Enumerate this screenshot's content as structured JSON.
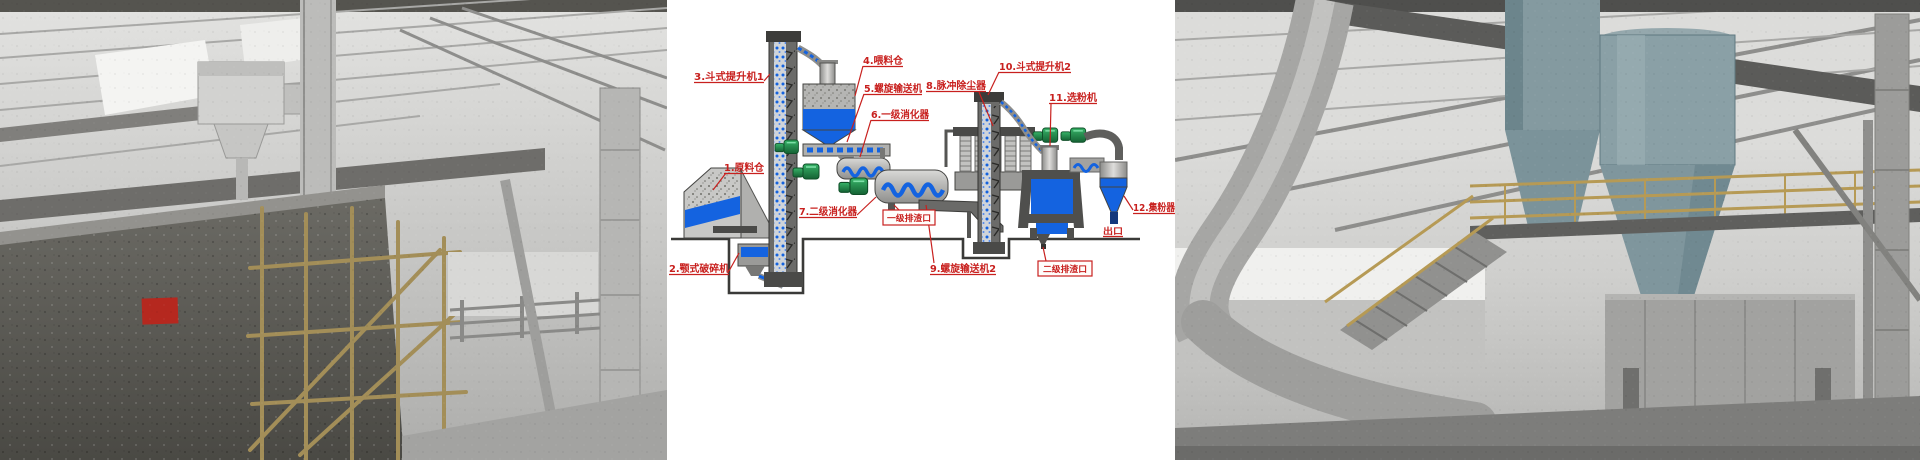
{
  "panels": {
    "left_photo": {
      "kind": "photograph",
      "colors": {
        "steel_gray": "#b2b2b0",
        "dark_bin": "#56554f",
        "scaffold_tan": "#a38e58",
        "red_sign": "#b5281f"
      }
    },
    "center_diagram": {
      "kind": "process-flow-diagram",
      "background": "#ffffff",
      "label_color": "#c8201e"
    },
    "right_photo": {
      "kind": "photograph",
      "colors": {
        "roof_steel": "#dcdcda",
        "cyclone_teal": "#859ba1",
        "railing_yellow": "#b69a55",
        "duct_gray": "#a6a6a4"
      }
    }
  },
  "diagram": {
    "colors": {
      "material_blue": "#1463e0",
      "motor_green": "#1e8a45",
      "steel_dark": "#4f4f4d",
      "steel_mid": "#8e8e8c",
      "ground": "#3a3a38"
    },
    "labels": [
      {
        "text": "1.原料仓"
      },
      {
        "text": "2.颚式破碎机"
      },
      {
        "text": "3.斗式提升机1"
      },
      {
        "text": "4.喂料仓"
      },
      {
        "text": "5.螺旋输送机"
      },
      {
        "text": "6.一级消化器"
      },
      {
        "text": "7.二级消化器"
      },
      {
        "text": "8.脉冲除尘器"
      },
      {
        "text": "9.螺旋输送机2"
      },
      {
        "text": "10.斗式提升机2"
      },
      {
        "text": "11.选粉机"
      },
      {
        "text": "12.集粉器"
      },
      {
        "text": "一级排渣口"
      },
      {
        "text": "二级排渣口"
      },
      {
        "text": "出口"
      }
    ]
  }
}
